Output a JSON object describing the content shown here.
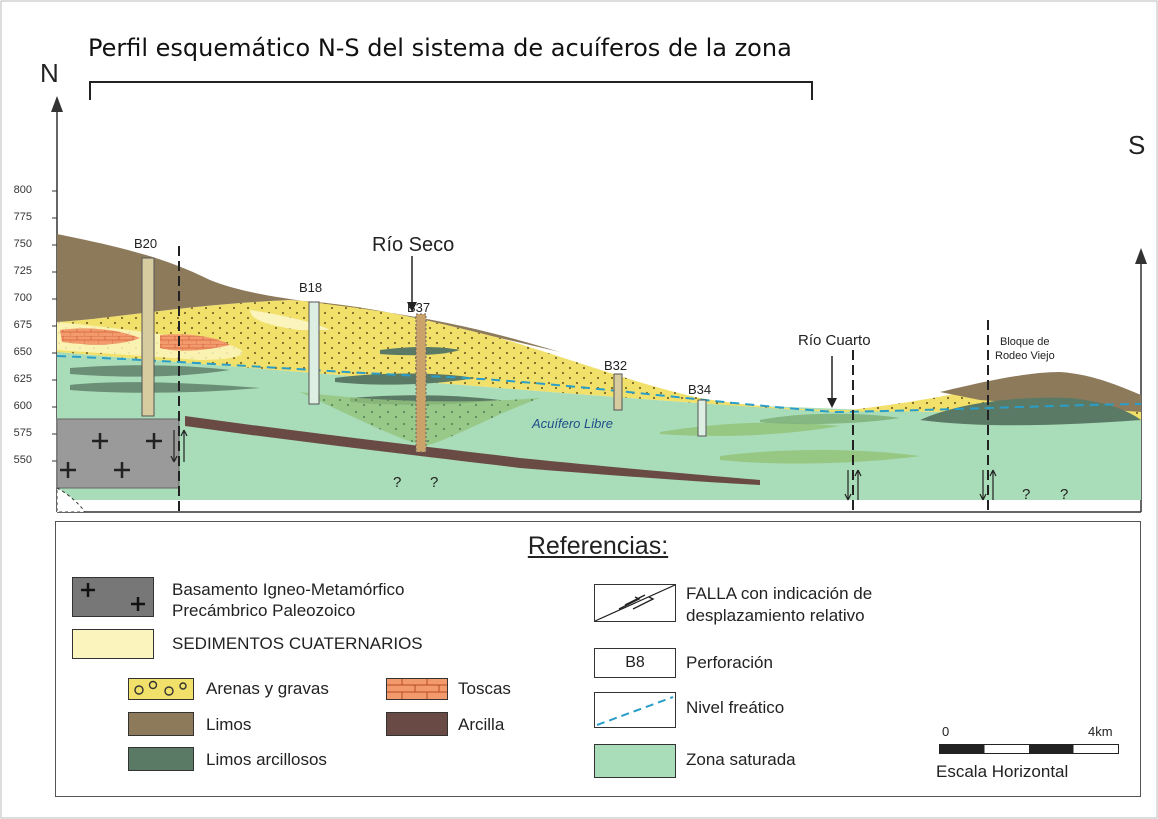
{
  "title": "Perfil esquemático N-S del sistema de acuíferos de la zona",
  "directions": {
    "north": "N",
    "south": "S"
  },
  "y_ticks": [
    "800",
    "775",
    "750",
    "725",
    "700",
    "675",
    "650",
    "625",
    "600",
    "575",
    "550"
  ],
  "features": {
    "rio_seco": "Río Seco",
    "rio_cuarto": "Río Cuarto",
    "bloque_line1": "Bloque de",
    "bloque_line2": "Rodeo Viejo",
    "acuifero": "Acuífero Libre",
    "question": "?"
  },
  "boreholes": [
    "B20",
    "B18",
    "B37",
    "B32",
    "B34"
  ],
  "legend": {
    "title": "Referencias:",
    "basamento_line1": "Basamento Igneo-Metamórfico",
    "basamento_line2": "Precámbrico Paleozoico",
    "sedimentos": "SEDIMENTOS CUATERNARIOS",
    "arenas": "Arenas y gravas",
    "toscas": "Toscas",
    "limos": "Limos",
    "arcilla": "Arcilla",
    "limos_arcillosos": "Limos arcillosos",
    "falla_line1": "FALLA con indicación  de",
    "falla_line2": "desplazamiento relativo",
    "perforacion_code": "B8",
    "perforacion": "Perforación",
    "nivel": "Nivel freático",
    "zona": "Zona saturada",
    "scale_start": "0",
    "scale_end": "4km",
    "scale_label": "Escala Horizontal"
  },
  "colors": {
    "yellow": "#f1e06a",
    "pale_yellow": "#fbf5bd",
    "brown": "#8c7a5b",
    "dark_green": "#5b7a66",
    "green": "#a9dcb8",
    "toscas": "#ee8a5a",
    "arcilla": "#6a4a44",
    "basement": "#9a9a9a",
    "water": "#2a9ec9"
  }
}
